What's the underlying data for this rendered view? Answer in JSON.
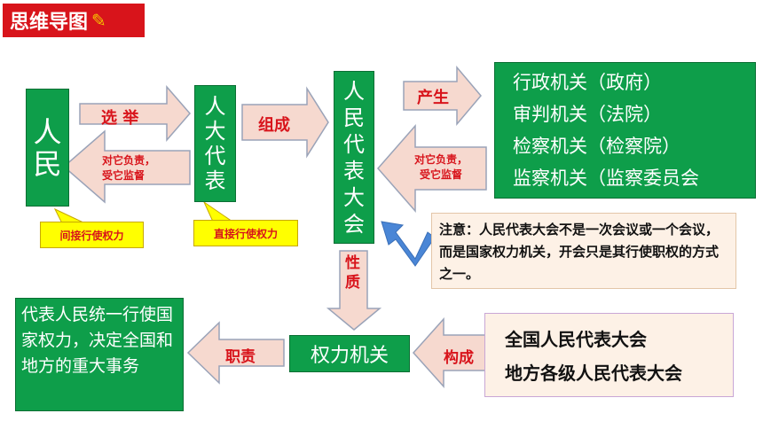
{
  "header": {
    "title": "思维导图"
  },
  "nodes": {
    "people": "人民",
    "npc_deputies": "人大代表",
    "npc": "人民代表大会",
    "organs": [
      "行政机关（政府）",
      "审判机关（法院）",
      "检察机关（检察院）",
      "监察机关（监察委员会"
    ],
    "authority": "权力机关",
    "duty_text": "代表人民统一行使国家权力，决定全国和地方的重大事务",
    "composition": [
      "全国人民代表大会",
      "地方各级人民代表大会"
    ]
  },
  "arrows": {
    "elect": "选 举",
    "accountable_left": "对它负责，\n受它监督",
    "compose": "组成",
    "produce": "产生",
    "accountable_right": "对它负责，\n受它监督",
    "nature": "性\n质",
    "duty": "职责",
    "composed_of": "构成"
  },
  "callouts": {
    "indirect": "间接行使权力",
    "direct": "直接行使权力"
  },
  "note": "注意：人民代表大会不是一次会议或一个会议，而是国家权力机关，开会只是其行使职权的方式之一。",
  "colors": {
    "green": "#0e9e4a",
    "red": "#d8141b",
    "arrow_fill": "#f6d9cf",
    "arrow_stroke": "#9aa3b8",
    "callout_yellow": "#ffff00",
    "note_fill": "#fdf1e6",
    "pointer_blue": "#4a86d6"
  }
}
